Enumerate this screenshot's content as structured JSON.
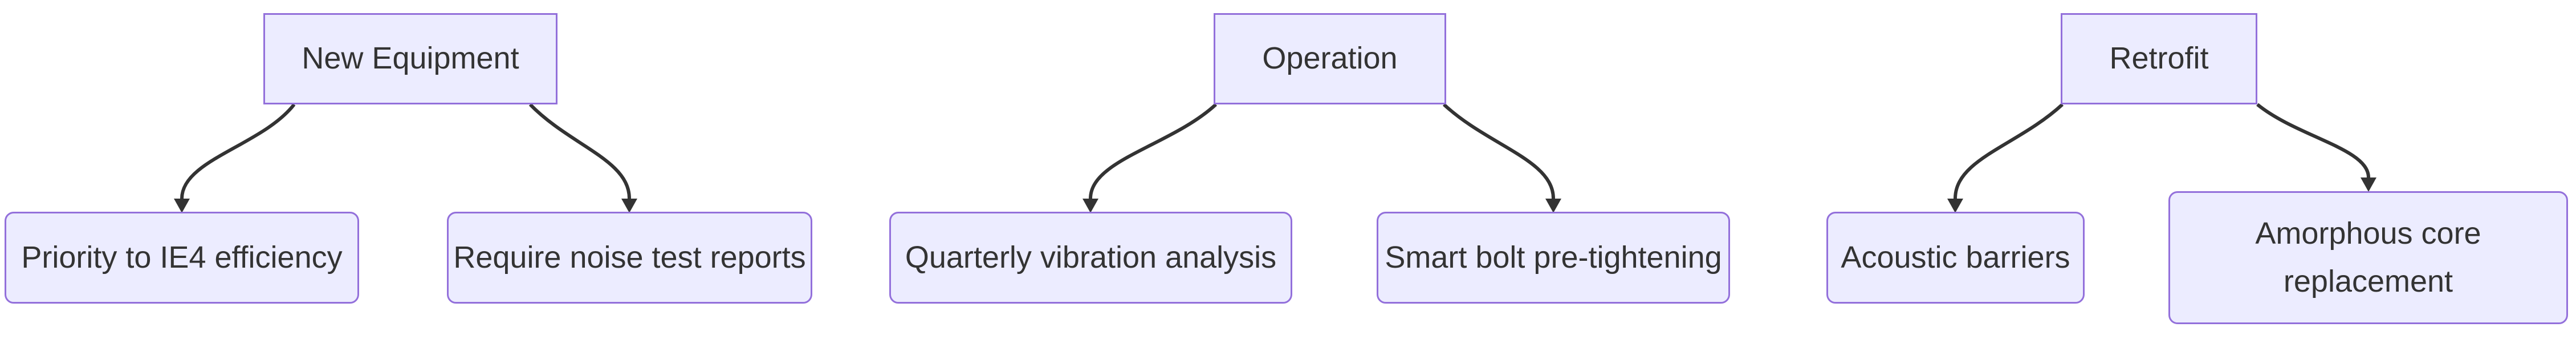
{
  "diagram": {
    "type": "flowchart",
    "direction": "top-down",
    "colors": {
      "node_fill": "#ECECFF",
      "node_border": "#9370DB",
      "edge": "#333333",
      "text": "#333333",
      "background": "#ffffff"
    },
    "nodes": [
      {
        "id": "new-equipment",
        "label": "New Equipment",
        "role": "parent"
      },
      {
        "id": "priority-ie4",
        "label": "Priority to IE4 efficiency",
        "role": "child"
      },
      {
        "id": "noise-reports",
        "label": "Require noise test reports",
        "role": "child"
      },
      {
        "id": "operation",
        "label": "Operation",
        "role": "parent"
      },
      {
        "id": "quarterly-vibration",
        "label": "Quarterly vibration analysis",
        "role": "child"
      },
      {
        "id": "smart-bolt",
        "label": "Smart bolt pre-tightening",
        "role": "child"
      },
      {
        "id": "retrofit",
        "label": "Retrofit",
        "role": "parent"
      },
      {
        "id": "acoustic-barriers",
        "label": "Acoustic barriers",
        "role": "child"
      },
      {
        "id": "amorphous-core",
        "label": "Amorphous core replacement",
        "role": "child"
      }
    ],
    "edges": [
      {
        "from": "new-equipment",
        "to": "priority-ie4"
      },
      {
        "from": "new-equipment",
        "to": "noise-reports"
      },
      {
        "from": "operation",
        "to": "quarterly-vibration"
      },
      {
        "from": "operation",
        "to": "smart-bolt"
      },
      {
        "from": "retrofit",
        "to": "acoustic-barriers"
      },
      {
        "from": "retrofit",
        "to": "amorphous-core"
      }
    ]
  }
}
